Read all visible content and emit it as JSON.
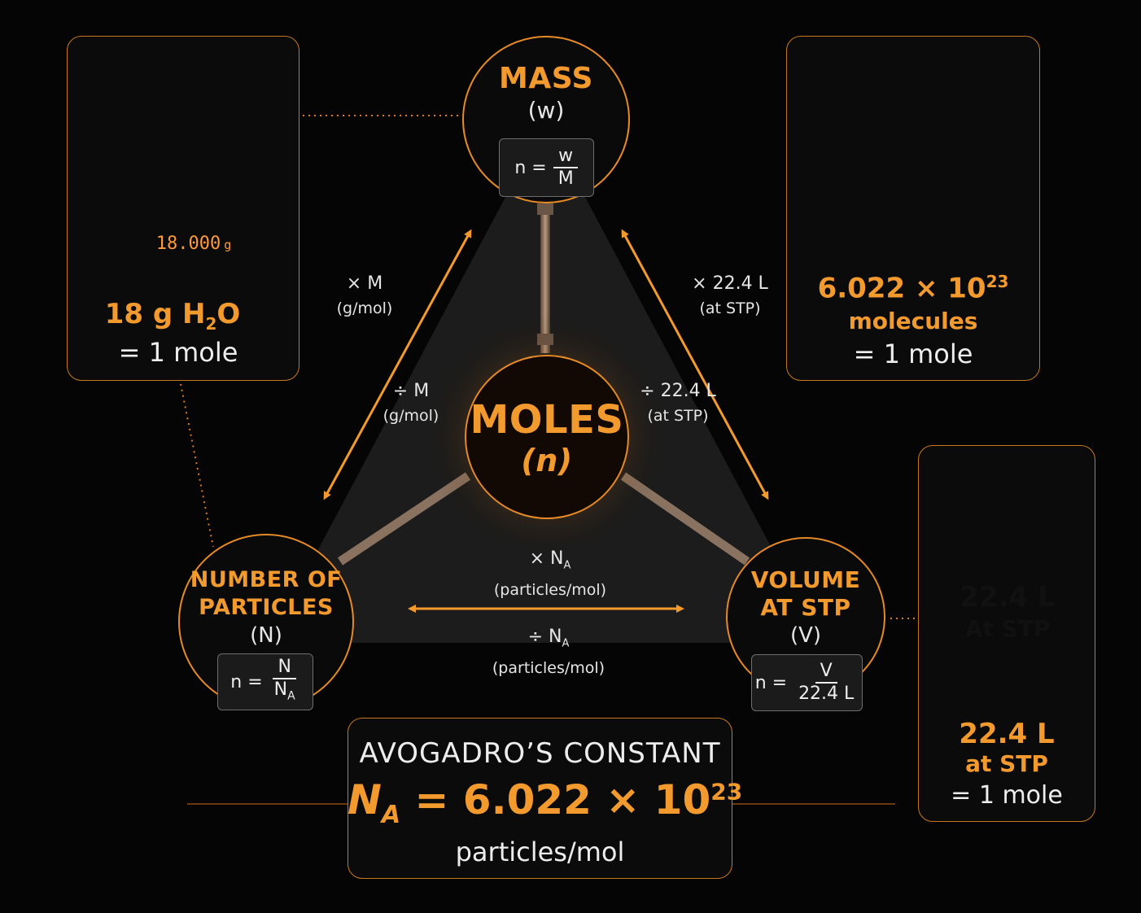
{
  "mass": {
    "title": "MASS",
    "symbol": "(w)",
    "formula_left": "n =",
    "formula_num": "w",
    "formula_den": "M"
  },
  "moles": {
    "title": "MOLES",
    "symbol": "(n)"
  },
  "particles": {
    "title_line1": "NUMBER OF",
    "title_line2": "PARTICLES",
    "symbol": "(N)",
    "formula_left": "n =",
    "formula_num": "N",
    "formula_den": "N",
    "formula_den_sub": "A"
  },
  "volume": {
    "title_line1": "VOLUME",
    "title_line2": "AT STP",
    "symbol": "(V)",
    "formula_left": "n =",
    "formula_num": "V",
    "formula_den": "22.4 L"
  },
  "left_conv": {
    "times": "× M",
    "times_unit": "(g/mol)",
    "divide": "÷ M",
    "divide_unit": "(g/mol)"
  },
  "right_conv": {
    "times": "× 22.4 L",
    "times_unit": "(at STP)",
    "divide": "÷ 22.4 L",
    "divide_unit": "(at STP)"
  },
  "bottom_conv": {
    "times": "× N",
    "times_sub": "A",
    "times_unit": "(particles/mol)",
    "divide": "÷ N",
    "divide_sub": "A",
    "divide_unit": "(particles/mol)"
  },
  "mass_card": {
    "display": "18.000",
    "display_unit": "g",
    "line1_a": "18 g H",
    "line1_sub": "2",
    "line1_b": "O",
    "line2": "= 1 mole"
  },
  "molecule_card": {
    "line1_a": "6.022 × 10",
    "line1_sup": "23",
    "line2": "molecules",
    "line3": "= 1 mole"
  },
  "cylinder_card": {
    "tank_line1": "22.4 L",
    "tank_line2": "At STP",
    "line1": "22.4 L",
    "line2": "at STP",
    "line3": "= 1 mole"
  },
  "avogadro": {
    "title": "AVOGADRO’S CONSTANT",
    "symbol": "N",
    "symbol_sub": "A",
    "value_a": "= 6.022 × 10",
    "value_sup": "23",
    "unit": "particles/mol"
  },
  "colors": {
    "accent": "#f39a2e",
    "background": "#050505",
    "border": "#c8791f"
  }
}
